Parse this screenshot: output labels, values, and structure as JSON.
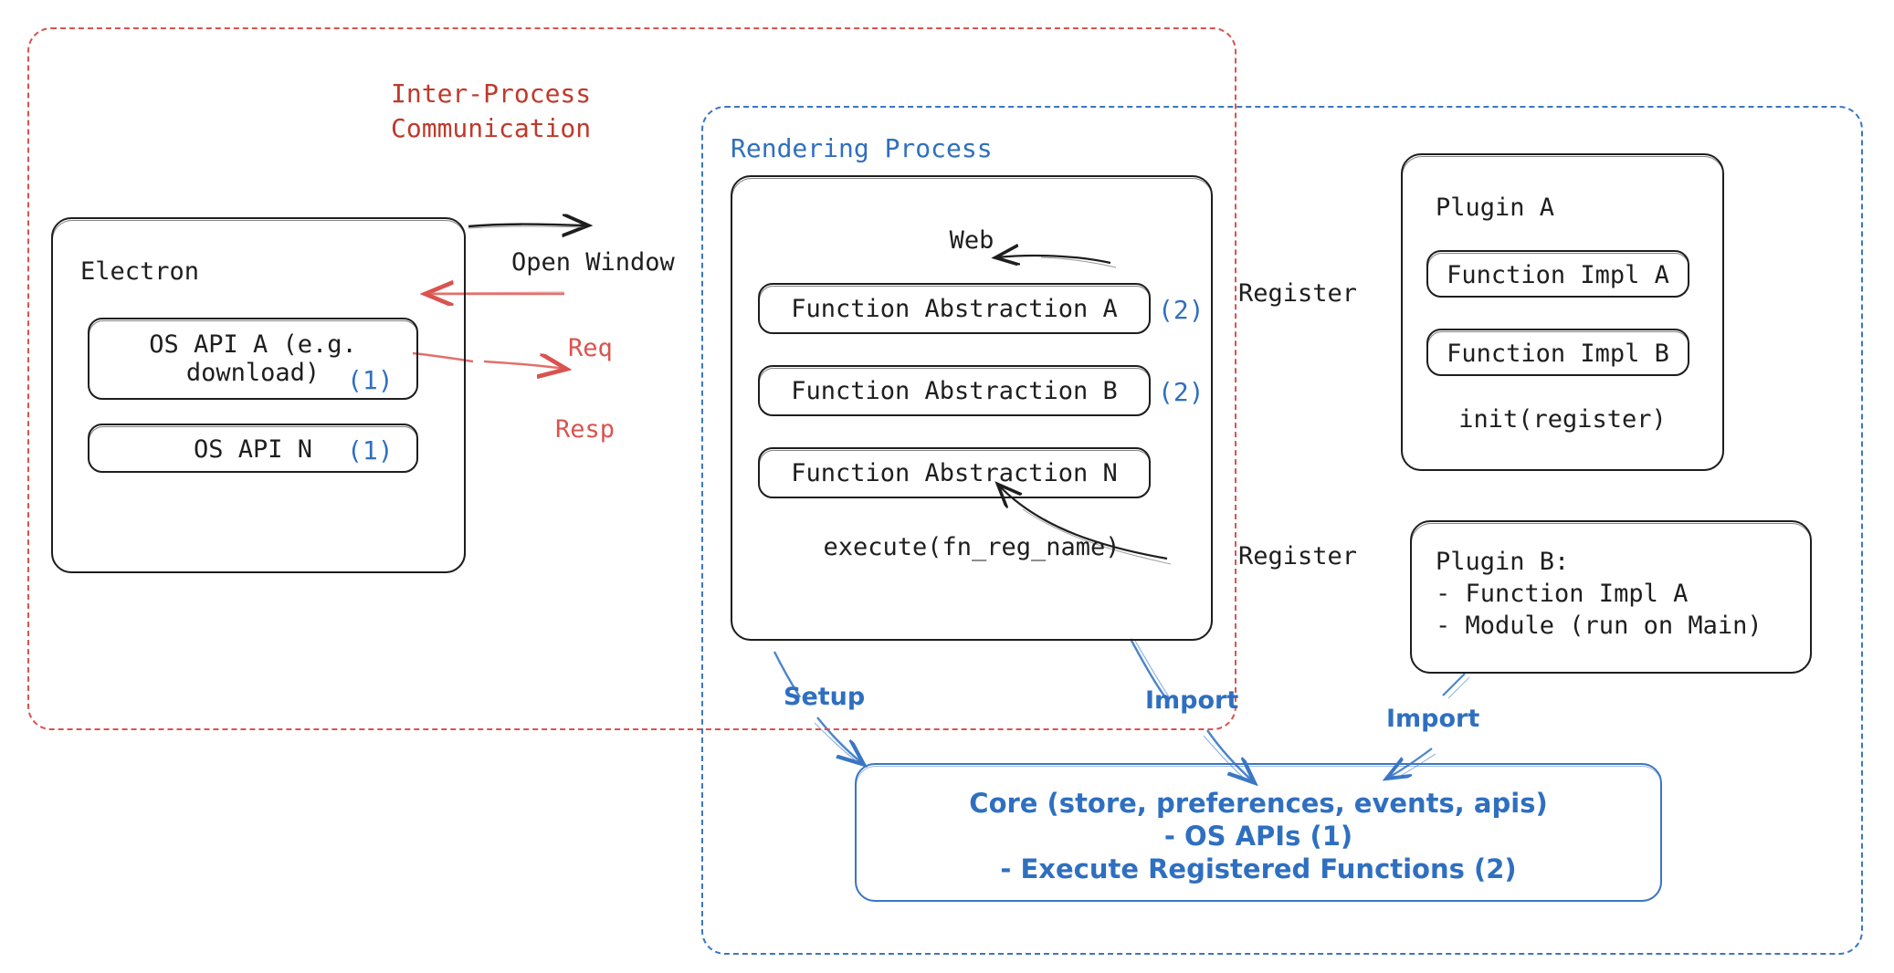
{
  "diagram": {
    "title": "Electron plugin architecture",
    "colors": {
      "ipc_red": "#d9534f",
      "process_blue": "#3b76c4",
      "ink": "#1e1e1e",
      "marker_blue": "#2f6fc0"
    }
  },
  "frames": {
    "ipc": {
      "label": "Inter-Process\nCommunication"
    },
    "rendering": {
      "label": "Rendering Process"
    }
  },
  "electron": {
    "title": "Electron",
    "apis": [
      {
        "label": "OS API A (e.g.\ndownload)",
        "marker": "(1)"
      },
      {
        "label": "OS API N",
        "marker": "(1)"
      }
    ]
  },
  "web": {
    "title": "Web",
    "abstractions": [
      {
        "label": "Function Abstraction A",
        "marker": "(2)"
      },
      {
        "label": "Function Abstraction B",
        "marker": "(2)"
      },
      {
        "label": "Function Abstraction N",
        "marker": ""
      }
    ],
    "footer": "execute(fn_reg_name)"
  },
  "plugin_a": {
    "title": "Plugin A",
    "items": [
      "Function Impl A",
      "Function Impl B"
    ],
    "footer": "init(register)"
  },
  "plugin_b": {
    "lines": [
      "Plugin B:",
      "- Function Impl A",
      "- Module (run on Main)"
    ]
  },
  "core": {
    "lines": [
      "Core (store, preferences, events, apis)",
      "- OS APIs (1)",
      "- Execute Registered Functions (2)"
    ]
  },
  "edges": [
    {
      "name": "open-window",
      "label": "Open Window",
      "color": "dark"
    },
    {
      "name": "req",
      "label": "Req",
      "color": "red"
    },
    {
      "name": "resp",
      "label": "Resp",
      "color": "red"
    },
    {
      "name": "register-plugin-a",
      "label": "Register",
      "color": "dark"
    },
    {
      "name": "register-plugin-b",
      "label": "Register",
      "color": "dark"
    },
    {
      "name": "setup",
      "label": "Setup",
      "color": "blue"
    },
    {
      "name": "import-web",
      "label": "Import",
      "color": "blue"
    },
    {
      "name": "import-plugin-b",
      "label": "Import",
      "color": "blue"
    }
  ]
}
